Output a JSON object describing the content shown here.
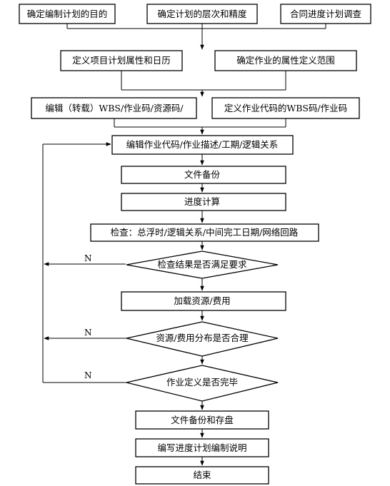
{
  "nodes": {
    "goal": "确定编制计划的目的",
    "level": "确定计划的层次和精度",
    "contract": "合同进度计划调查",
    "project_attr": "定义项目计划属性和日历",
    "activity_attr": "确定作业的属性定义范围",
    "edit_wbs": "编辑（转载）WBS/作业码/资源码/",
    "define_codes": "定义作业代码的WBS码/作业码",
    "edit_activity": "编辑作业代码/作业描述/工期/逻辑关系",
    "backup": "文件备份",
    "schedule": "进度计算",
    "check": "检查：总浮时/逻辑关系/中间完工日期/网络回路",
    "check_ok": "检查结果是否满足要求",
    "load_res": "加载资源/费用",
    "res_ok": "资源/费用分布是否合理",
    "all_defined": "作业定义是否完毕",
    "backup_save": "文件备份和存盘",
    "write_notes": "编写进度计划编制说明",
    "end": "结束"
  },
  "loop_labels": {
    "no_1": "N",
    "no_2": "N",
    "no_3": "N"
  }
}
